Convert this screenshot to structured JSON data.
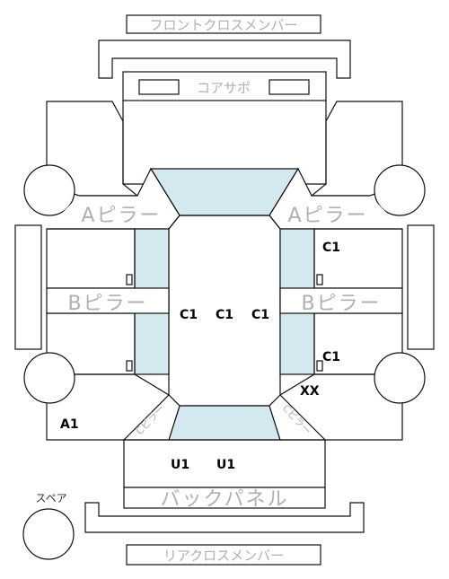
{
  "parts": {
    "front_cross_member": "フロントクロスメンバー",
    "core_support": "コアサポ",
    "a_pillar_left": "Aピラー",
    "a_pillar_right": "Aピラー",
    "b_pillar_left": "Bピラー",
    "b_pillar_right": "Bピラー",
    "back_panel": "バックパネル",
    "rear_cross_member": "リアクロスメンバー",
    "spare": "スペア",
    "c_pillar_left": "Cピラー",
    "c_pillar_right": "Cピラー"
  },
  "damage_marks": {
    "front_right_door": "C1",
    "roof_left": "C1",
    "roof_center": "C1",
    "roof_right": "C1",
    "rear_right_door": "C1",
    "right_rear_fender": "XX",
    "left_rear_fender": "A1",
    "trunk_left": "U1",
    "trunk_right": "U1"
  }
}
